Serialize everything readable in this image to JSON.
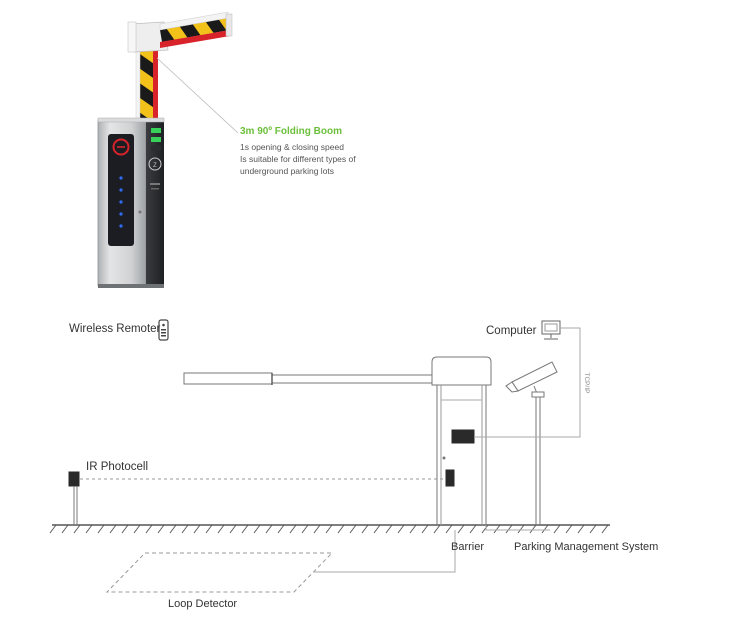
{
  "product": {
    "title": "3m 90º Folding Boom",
    "features": [
      "1s opening & closing speed",
      "Is suitable for different types of",
      "underground parking lots"
    ]
  },
  "components": {
    "wireless_remote": "Wireless Remoter",
    "computer": "Computer",
    "link_label": "TCP/IP",
    "ir_photocell": "IR Photocell",
    "barrier": "Barrier",
    "parking_system": "Parking Management System",
    "loop_detector": "Loop Detector"
  },
  "colors": {
    "boom_yellow": "#f2c21b",
    "boom_black": "#1a1a1a",
    "boom_red": "#d8232a",
    "callout_green": "#6bbf3a",
    "cabinet_gray": "#c9cbcd",
    "panel_dark": "#1b1d22",
    "led_blue": "#2f6df5",
    "led_green": "#38d15a"
  }
}
